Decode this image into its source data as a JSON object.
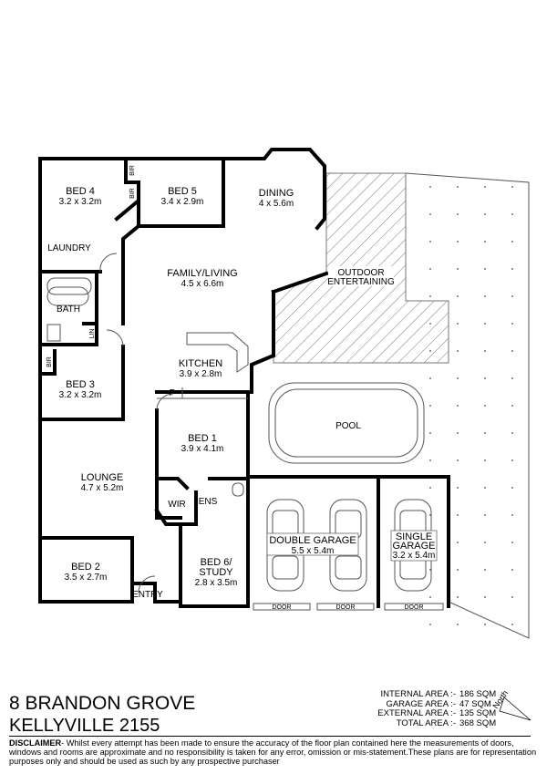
{
  "property": {
    "address": "8 BRANDON GROVE",
    "suburb": "KELLYVILLE  2155"
  },
  "rooms": {
    "bed4": {
      "name": "BED 4",
      "size": "3.2 x 3.2m"
    },
    "bed5": {
      "name": "BED 5",
      "size": "3.4 x 2.9m"
    },
    "dining": {
      "name": "DINING",
      "size": "4 x 5.6m"
    },
    "family": {
      "name": "FAMILY/LIVING",
      "size": "4.5 x 6.6m"
    },
    "kitchen": {
      "name": "KITCHEN",
      "size": "3.9 x 2.8m"
    },
    "bed3": {
      "name": "BED 3",
      "size": "3.2 x 3.2m"
    },
    "bed1": {
      "name": "BED 1",
      "size": "3.9 x 4.1m"
    },
    "lounge": {
      "name": "LOUNGE",
      "size": "4.7 x 5.2m"
    },
    "bed2": {
      "name": "BED 2",
      "size": "3.5 x 2.7m"
    },
    "bed6": {
      "name1": "BED 6/",
      "name2": "STUDY",
      "size": "2.8 x  3.5m"
    },
    "double_garage": {
      "name": "DOUBLE GARAGE",
      "size": "5.5 x 5.4m"
    },
    "single_garage": {
      "name1": "SINGLE",
      "name2": "GARAGE",
      "size": "3.2 x 5.4m"
    },
    "outdoor": {
      "name1": "OUTDOOR",
      "name2": "ENTERTAINING"
    },
    "pool": "POOL",
    "laundry": "LAUNDRY",
    "bath": "BATH",
    "lin": "LIN",
    "bir": "BIR",
    "pantry": "P",
    "wir": "WIR",
    "ens": "ENS",
    "entry": "ENTRY",
    "door": "DOOR"
  },
  "areas": [
    {
      "label": "INTERNAL AREA :-",
      "value": "186 SQM"
    },
    {
      "label": "GARAGE AREA :-",
      "value": "47 SQM"
    },
    {
      "label": "EXTERNAL AREA :-",
      "value": "135 SQM"
    },
    {
      "label": "TOTAL AREA :-",
      "value": "368 SQM"
    }
  ],
  "north": "North",
  "disclaimer": {
    "heading": "DISCLAIMER",
    "text": "- Whilst every attempt has been made to ensure the accuracy of the floor plan contained here the measurements of doors, windows and rooms are approximate and no responsibility is taken for any error, omission or mis-statement.These plans are for representation purposes only and should be used as such by any prospective purchaser"
  }
}
